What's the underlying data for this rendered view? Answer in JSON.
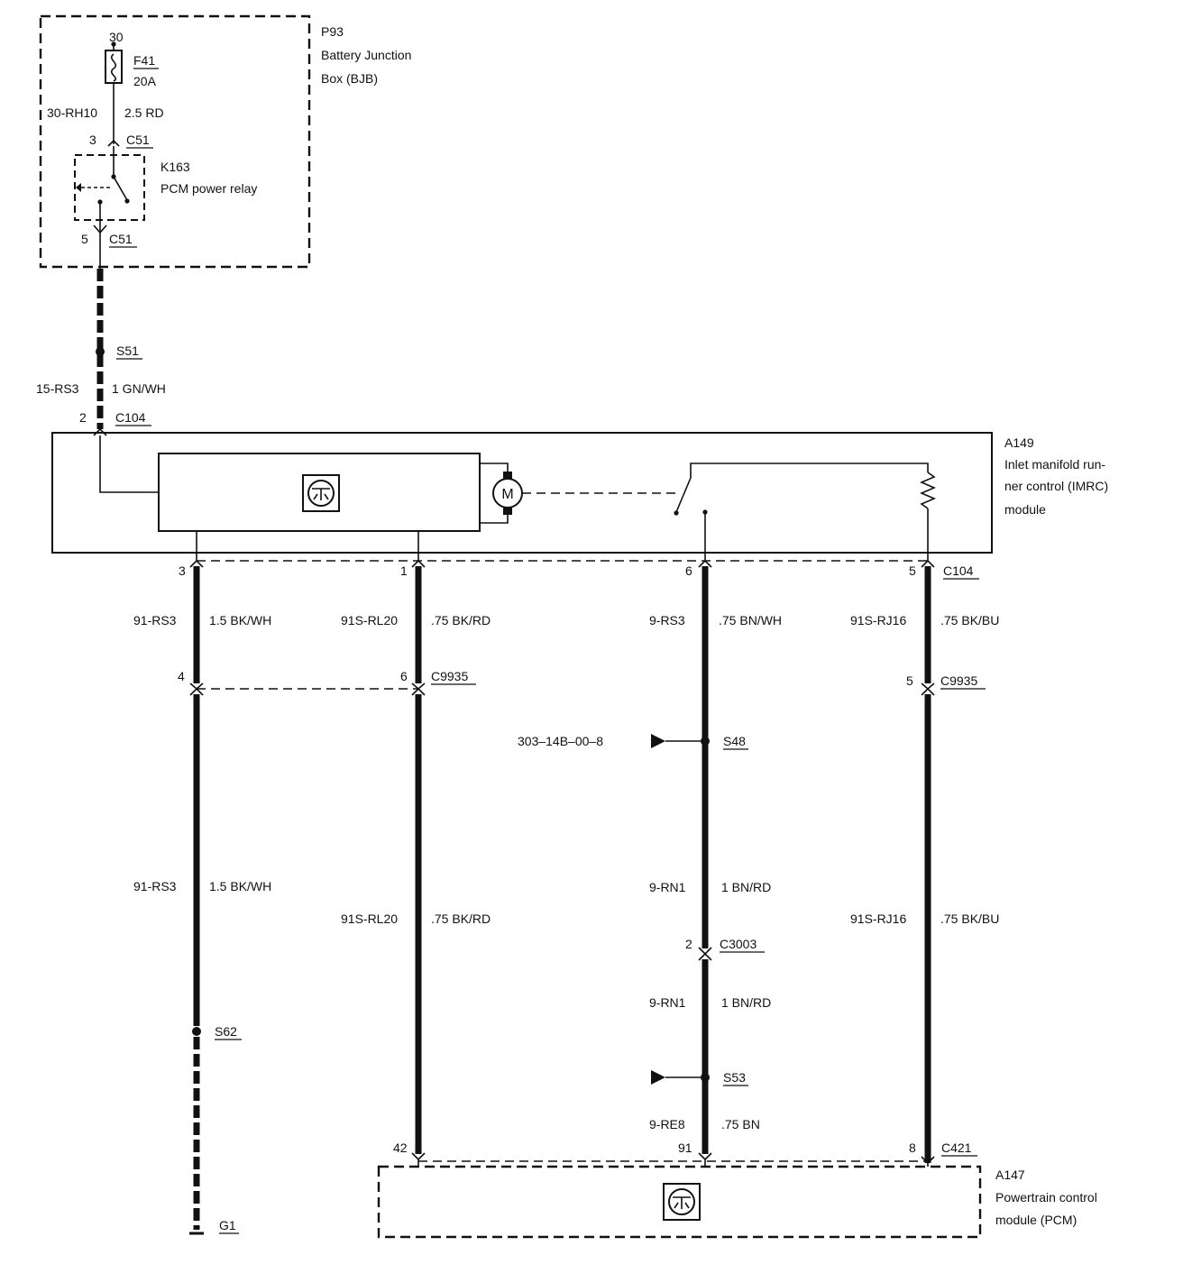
{
  "bjb": {
    "id": "P93",
    "name_line1": "Battery Junction",
    "name_line2": "Box (BJB)"
  },
  "fuse": {
    "pin": "30",
    "id": "F41",
    "rating": "20A"
  },
  "wire_top": {
    "circuit": "30-RH10",
    "spec": "2.5 RD"
  },
  "relay": {
    "id": "K163",
    "name": "PCM power relay",
    "pin_in": "3",
    "pin_out": "5",
    "connector": "C51"
  },
  "splice_s51": {
    "id": "S51",
    "circuit": "15-RS3",
    "spec": "1 GN/WH"
  },
  "c104_top": {
    "pin": "2",
    "connector": "C104"
  },
  "imrc": {
    "id": "A149",
    "line1": "Inlet manifold run-",
    "line2": "ner control (IMRC)",
    "line3": "module",
    "motor_symbol": "M"
  },
  "c104_bottom": {
    "pins": [
      "3",
      "1",
      "6",
      "5"
    ],
    "connector": "C104"
  },
  "wires_upper": [
    {
      "circuit": "91-RS3",
      "spec": "1.5 BK/WH"
    },
    {
      "circuit": "91S-RL20",
      "spec": ".75 BK/RD"
    },
    {
      "circuit": "9-RS3",
      "spec": ".75 BN/WH"
    },
    {
      "circuit": "91S-RJ16",
      "spec": ".75 BK/BU"
    }
  ],
  "c9935": {
    "pins": [
      "4",
      "6",
      "5"
    ],
    "connector": "C9935"
  },
  "splice_s48": {
    "id": "S48",
    "reference": "303–14B–00–8"
  },
  "wires_lower": [
    {
      "circuit": "91-RS3",
      "spec": "1.5 BK/WH"
    },
    {
      "circuit": "91S-RL20",
      "spec": ".75 BK/RD"
    },
    {
      "circuit": "9-RN1",
      "spec": "1 BN/RD"
    },
    {
      "circuit": "91S-RJ16",
      "spec": ".75 BK/BU"
    }
  ],
  "c3003": {
    "pin": "2",
    "connector": "C3003"
  },
  "wire_rn1_lower": {
    "circuit": "9-RN1",
    "spec": "1 BN/RD"
  },
  "splice_s53": {
    "id": "S53"
  },
  "wire_re8": {
    "circuit": "9-RE8",
    "spec": ".75 BN"
  },
  "splice_s62": {
    "id": "S62"
  },
  "ground": {
    "id": "G1"
  },
  "c421": {
    "pins": [
      "42",
      "91",
      "8"
    ],
    "connector": "C421"
  },
  "pcm": {
    "id": "A147",
    "line1": "Powertrain control",
    "line2": "module (PCM)"
  }
}
